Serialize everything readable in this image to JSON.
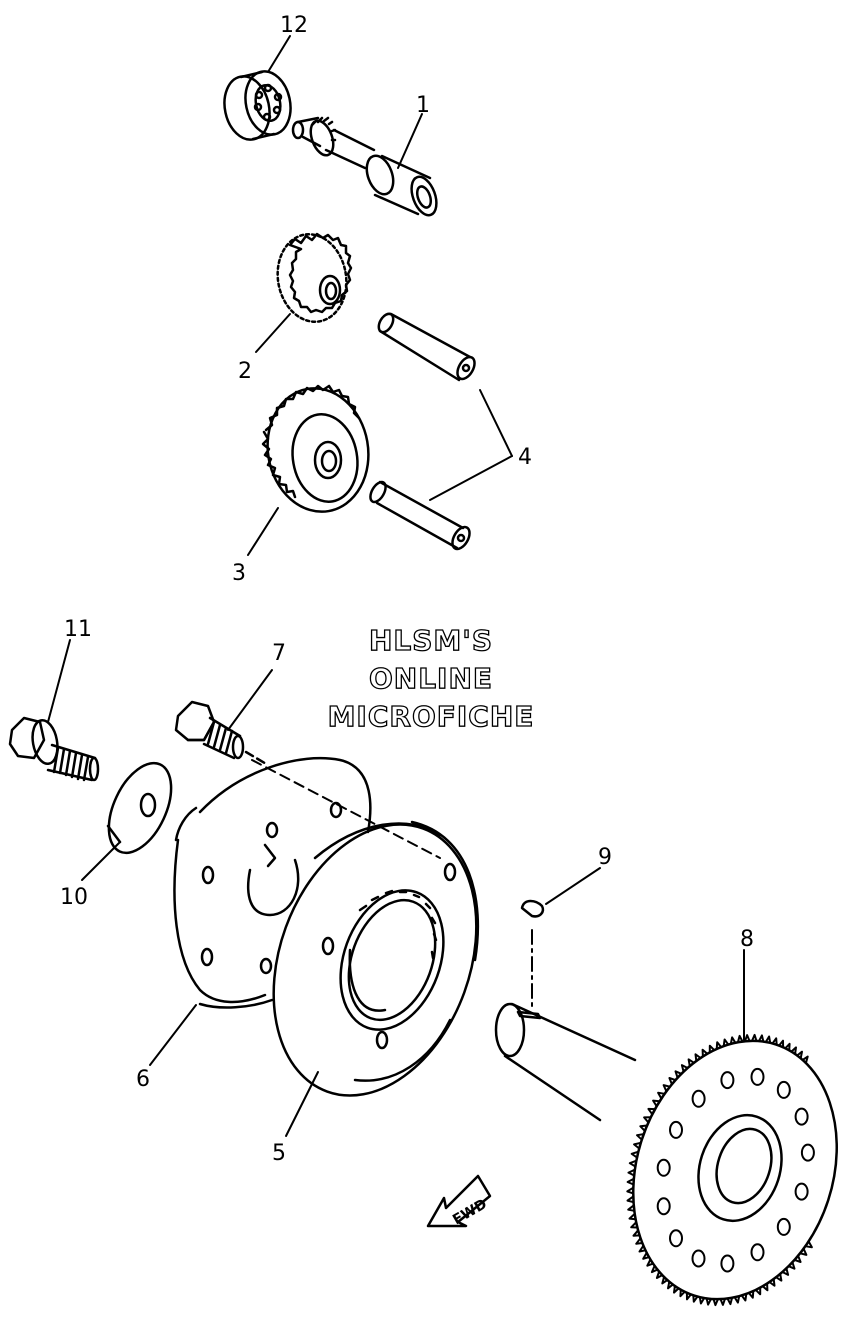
{
  "callouts": {
    "c1": "1",
    "c2": "2",
    "c3": "3",
    "c4": "4",
    "c5": "5",
    "c6": "6",
    "c7": "7",
    "c8": "8",
    "c9": "9",
    "c10": "10",
    "c11": "11",
    "c12": "12"
  },
  "watermark": {
    "line1": "HLSM'S",
    "line2": "ONLINE",
    "line3": "MICROFICHE"
  },
  "fwd_arrow": {
    "label": "FWD"
  },
  "colors": {
    "ink": "#000000",
    "paper": "#ffffff"
  }
}
